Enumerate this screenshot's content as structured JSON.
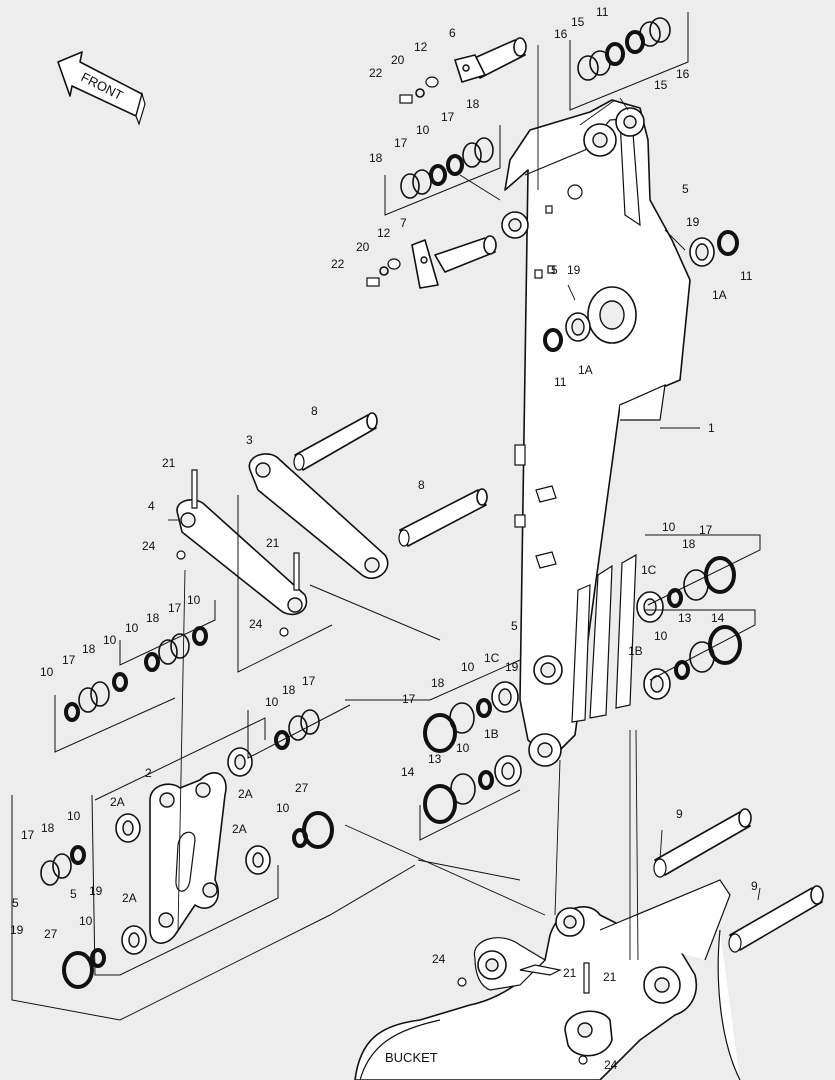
{
  "arrow_text": "FRONT",
  "bucket_text": "BUCKET",
  "callouts": {
    "c_1": "1",
    "c_1A_upper": "1A",
    "c_1A_lower": "1A",
    "c_1B_right": "1B",
    "c_1B_left": "1B",
    "c_1C_right": "1C",
    "c_1C_left": "1C",
    "c_2": "2",
    "c_2A_a": "2A",
    "c_2A_b": "2A",
    "c_2A_c": "2A",
    "c_2A_d": "2A",
    "c_3": "3",
    "c_4": "4",
    "c_5_a": "5",
    "c_5_b": "5",
    "c_5_c": "5",
    "c_5_d": "5",
    "c_5_e": "5",
    "c_6": "6",
    "c_7": "7",
    "c_8_a": "8",
    "c_8_b": "8",
    "c_9_a": "9",
    "c_9_b": "9",
    "c_10_a": "10",
    "c_10_b": "10",
    "c_10_c": "10",
    "c_10_d": "10",
    "c_10_e": "10",
    "c_10_f": "10",
    "c_10_g": "10",
    "c_10_h": "10",
    "c_10_i": "10",
    "c_10_j": "10",
    "c_10_k": "10",
    "c_10_l": "10",
    "c_10_m": "10",
    "c_11_a": "11",
    "c_11_b": "11",
    "c_11_c": "11",
    "c_12_a": "12",
    "c_12_b": "12",
    "c_13_a": "13",
    "c_13_b": "13",
    "c_14_a": "14",
    "c_14_b": "14",
    "c_15_a": "15",
    "c_15_b": "15",
    "c_16_a": "16",
    "c_16_b": "16",
    "c_17_a": "17",
    "c_17_b": "17",
    "c_17_c": "17",
    "c_17_d": "17",
    "c_17_e": "17",
    "c_17_f": "17",
    "c_17_g": "17",
    "c_17_h": "17",
    "c_18_a": "18",
    "c_18_b": "18",
    "c_18_c": "18",
    "c_18_d": "18",
    "c_18_e": "18",
    "c_18_f": "18",
    "c_18_g": "18",
    "c_18_h": "18",
    "c_19_a": "19",
    "c_19_b": "19",
    "c_19_c": "19",
    "c_19_d": "19",
    "c_19_e": "19",
    "c_20_a": "20",
    "c_20_b": "20",
    "c_21_a": "21",
    "c_21_b": "21",
    "c_21_c": "21",
    "c_21_d": "21",
    "c_22_a": "22",
    "c_22_b": "22",
    "c_24_a": "24",
    "c_24_b": "24",
    "c_24_c": "24",
    "c_24_d": "24",
    "c_27_a": "27",
    "c_27_b": "27"
  }
}
